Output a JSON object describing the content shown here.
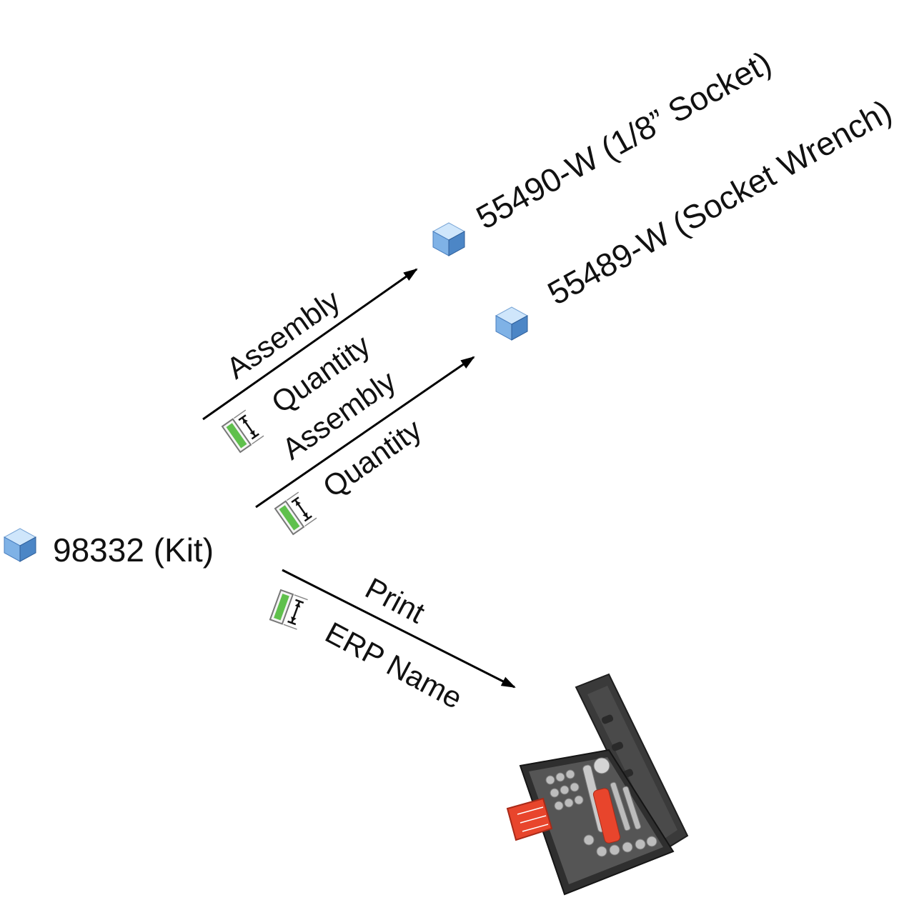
{
  "nodes": {
    "root": {
      "label": "98332 (Kit)",
      "icon": "part-cube-icon"
    },
    "socket": {
      "label": "55490-W (1/8” Socket)",
      "icon": "part-cube-icon"
    },
    "wrench": {
      "label": "55489-W (Socket Wrench)",
      "icon": "part-cube-icon"
    },
    "toolkit": {
      "image": "socket-toolkit-photo"
    }
  },
  "edges": {
    "to_socket": {
      "relation": "Assembly",
      "attribute": "Quantity",
      "attribute_icon": "numeric-attribute-icon"
    },
    "to_wrench": {
      "relation": "Assembly",
      "attribute": "Quantity",
      "attribute_icon": "numeric-attribute-icon"
    },
    "to_toolkit": {
      "relation": "Print",
      "attribute": "ERP Name",
      "attribute_icon": "numeric-attribute-icon"
    }
  },
  "colors": {
    "cube_top": "#cfe6fb",
    "cube_left": "#7fb2e6",
    "cube_right": "#4c86c6",
    "attr_green": "#5fc04c",
    "case_red": "#e8452c",
    "case_dark": "#3a3a3a"
  }
}
